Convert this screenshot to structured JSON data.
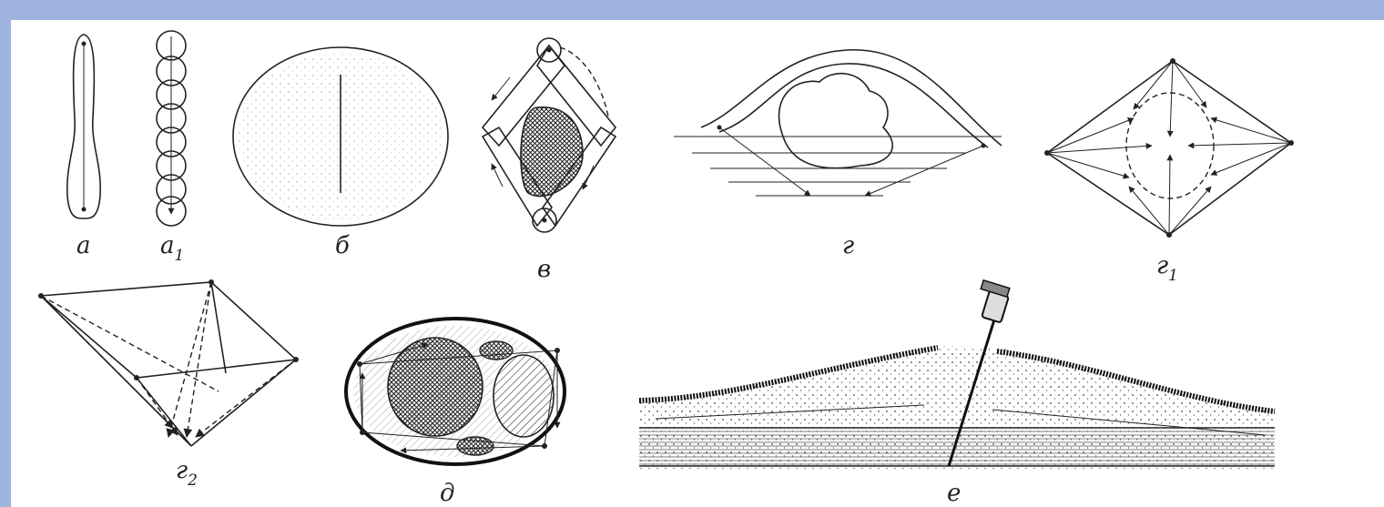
{
  "figure": {
    "colors": {
      "border": "#9fb3df",
      "paper": "#ffffff",
      "ink": "#222222",
      "tissue": "#555555"
    },
    "panels": [
      {
        "id": "a",
        "label": "а",
        "subscript": ""
      },
      {
        "id": "a1",
        "label": "а",
        "subscript": "1"
      },
      {
        "id": "b",
        "label": "б",
        "subscript": ""
      },
      {
        "id": "v",
        "label": "в",
        "subscript": ""
      },
      {
        "id": "g",
        "label": "г",
        "subscript": ""
      },
      {
        "id": "g1",
        "label": "г",
        "subscript": "1"
      },
      {
        "id": "g2",
        "label": "г",
        "subscript": "2"
      },
      {
        "id": "d",
        "label": "д",
        "subscript": ""
      },
      {
        "id": "e",
        "label": "е",
        "subscript": ""
      }
    ]
  }
}
